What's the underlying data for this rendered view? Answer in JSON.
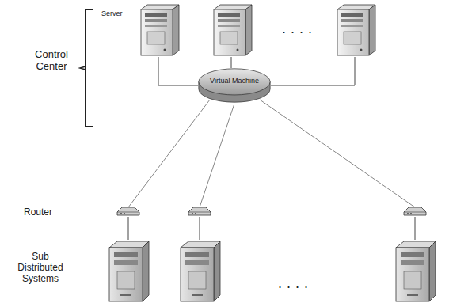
{
  "diagram": {
    "nodes": [
      {
        "text": [
          "Virtual Machine"
        ]
      }
    ],
    "labels": [
      "Control Center",
      "Server",
      "· · · ·",
      "Router",
      "Sub Distributed Systems",
      "· · · ·"
    ]
  }
}
